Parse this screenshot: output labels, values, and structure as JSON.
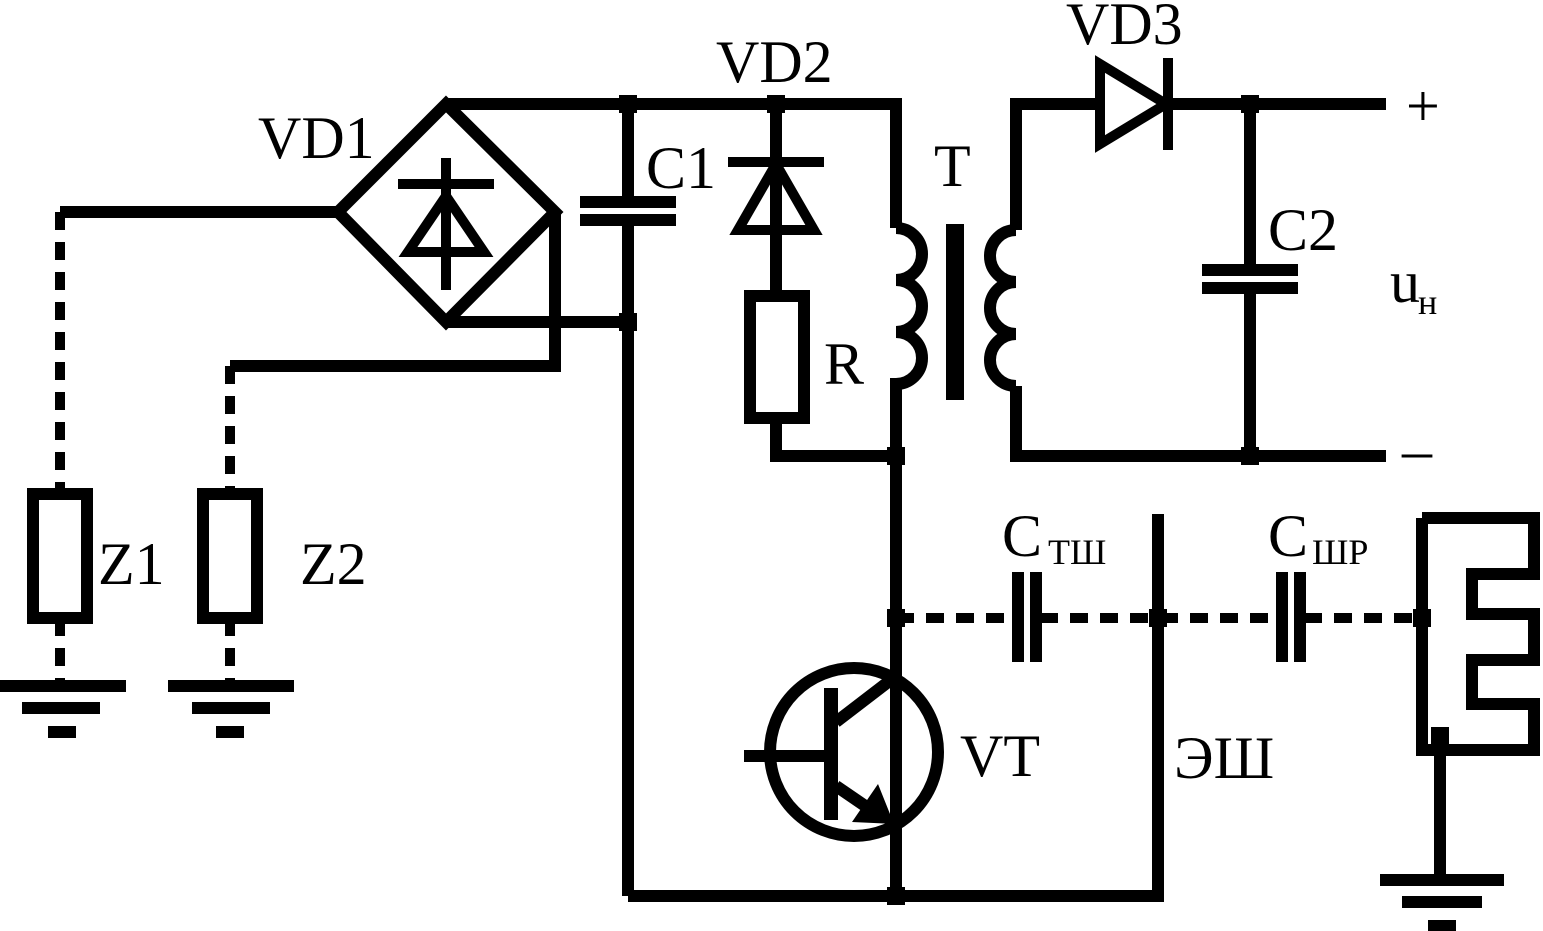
{
  "labels": {
    "vd1": "VD1",
    "vd2": "VD2",
    "vd3": "VD3",
    "c1": "C1",
    "c2": "C2",
    "transformer": "T",
    "resistor": "R",
    "z1": "Z1",
    "z2": "Z2",
    "transistor": "VT",
    "ground_bus": "ЭШ",
    "cap_tsh": "C",
    "cap_tsh_sub": "ТШ",
    "cap_shr": "C",
    "cap_shr_sub": "ШР",
    "plus": "+",
    "minus": "–",
    "load_voltage": "u",
    "load_voltage_sub": "н"
  },
  "colors": {
    "ink": "#000000",
    "background": "#ffffff"
  }
}
